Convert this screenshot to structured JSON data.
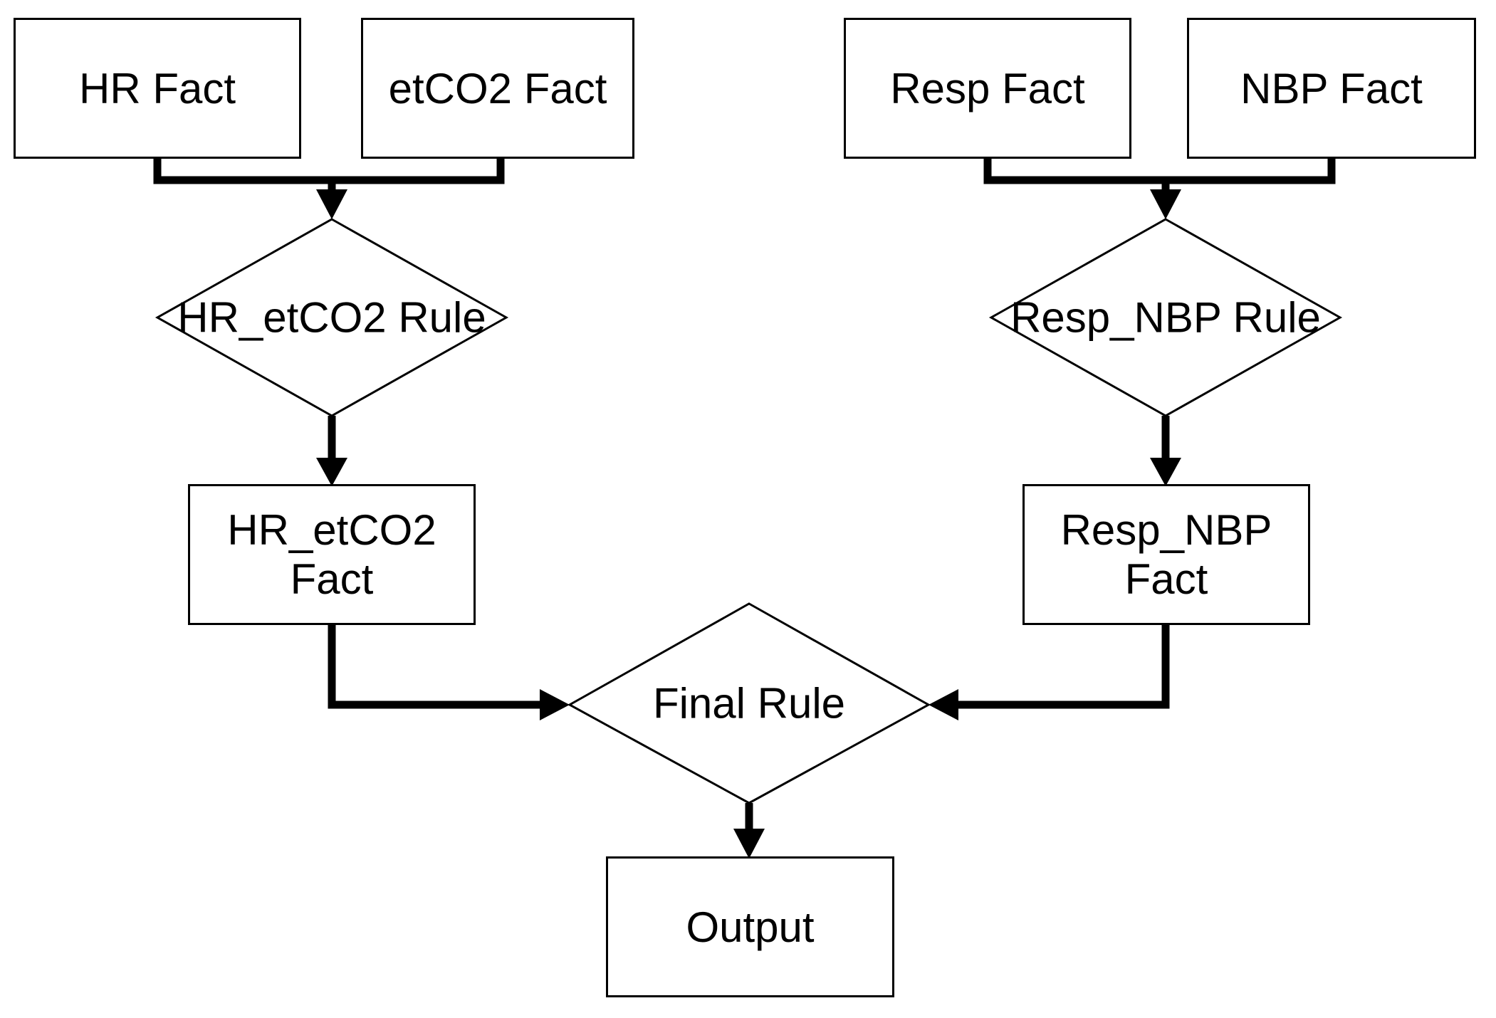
{
  "colors": {
    "line": "#000000",
    "background": "#ffffff",
    "text": "#000000"
  },
  "nodes": {
    "hr_fact": {
      "label": "HR Fact",
      "shape": "rectangle"
    },
    "etco2_fact": {
      "label": "etCO2 Fact",
      "shape": "rectangle"
    },
    "resp_fact": {
      "label": "Resp Fact",
      "shape": "rectangle"
    },
    "nbp_fact": {
      "label": "NBP Fact",
      "shape": "rectangle"
    },
    "hr_etco2_rule": {
      "label": "HR_etCO2 Rule",
      "shape": "diamond"
    },
    "resp_nbp_rule": {
      "label": "Resp_NBP Rule",
      "shape": "diamond"
    },
    "hr_etco2_fact": {
      "label": "HR_etCO2 Fact",
      "lines": [
        "HR_etCO2",
        "Fact"
      ],
      "shape": "rectangle"
    },
    "resp_nbp_fact": {
      "label": "Resp_NBP Fact",
      "lines": [
        "Resp_NBP",
        "Fact"
      ],
      "shape": "rectangle"
    },
    "final_rule": {
      "label": "Final Rule",
      "shape": "diamond"
    },
    "output": {
      "label": "Output",
      "shape": "rectangle"
    }
  },
  "edges": [
    {
      "from": "HR Fact",
      "to": "HR_etCO2 Rule"
    },
    {
      "from": "etCO2 Fact",
      "to": "HR_etCO2 Rule"
    },
    {
      "from": "HR_etCO2 Rule",
      "to": "HR_etCO2 Fact"
    },
    {
      "from": "HR_etCO2 Fact",
      "to": "Final Rule"
    },
    {
      "from": "Resp Fact",
      "to": "Resp_NBP Rule"
    },
    {
      "from": "NBP Fact",
      "to": "Resp_NBP Rule"
    },
    {
      "from": "Resp_NBP Rule",
      "to": "Resp_NBP Fact"
    },
    {
      "from": "Resp_NBP Fact",
      "to": "Final Rule"
    },
    {
      "from": "Final Rule",
      "to": "Output"
    }
  ]
}
